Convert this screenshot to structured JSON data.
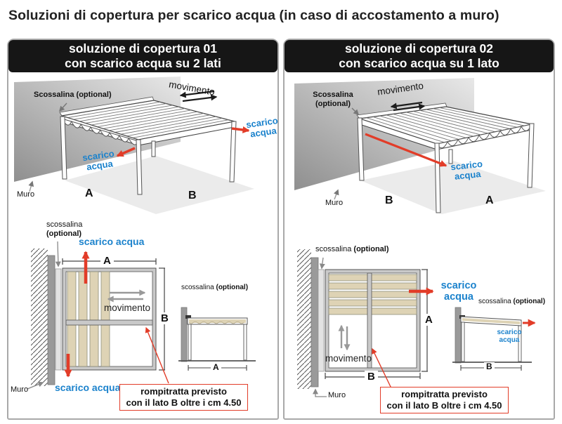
{
  "title": "Soluzioni di copertura per scarico acqua (in caso di accostamento a muro)",
  "colors": {
    "accent_blue": "#1b82cc",
    "accent_red": "#e23c28",
    "slat_tan": "#ded3b5",
    "header_bg": "#161616",
    "wall_gray": "#9a9a9a"
  },
  "labels": {
    "scossalina_cap": "Scossalina (optional)",
    "scossalina": "scossalina",
    "optional": "(optional)",
    "movimento": "movimento",
    "scarico": "scarico",
    "acqua": "acqua",
    "scarico_acqua": "scarico acqua",
    "muro": "Muro",
    "a": "A",
    "b": "B",
    "note_line1": "rompitratta previsto",
    "note_line2": "con il lato B oltre i cm 4.50"
  },
  "panels": [
    {
      "header_line1": "soluzione di copertura 01",
      "header_line2": "con scarico acqua su 2 lati"
    },
    {
      "header_line1": "soluzione di copertura 02",
      "header_line2": "con scarico acqua su 1 lato"
    }
  ]
}
